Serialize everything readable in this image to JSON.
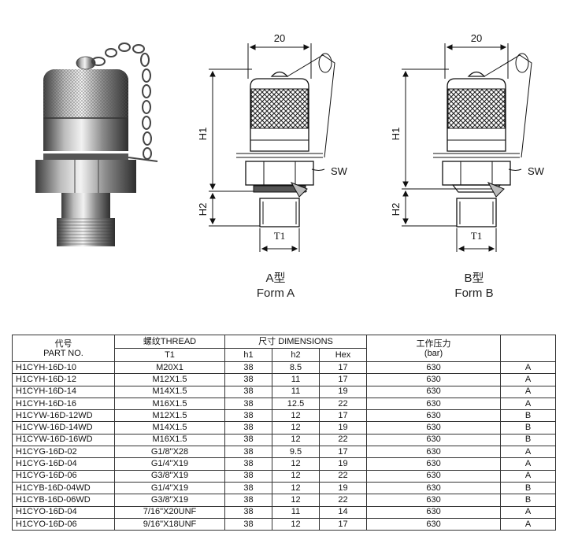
{
  "drawing_labels": {
    "width_dim": "20",
    "h1": "H1",
    "h2": "H2",
    "sw": "SW",
    "t1": "T1"
  },
  "forms": [
    {
      "cn": "A型",
      "en": "Form A"
    },
    {
      "cn": "B型",
      "en": "Form B"
    }
  ],
  "table": {
    "headers": {
      "part_cn": "代号",
      "part_en": "PART NO.",
      "thread": "螺纹THREAD",
      "t1": "T1",
      "dimensions": "尺寸 DIMENSIONS",
      "h1": "h1",
      "h2": "h2",
      "hex": "Hex",
      "pressure_cn": "工作压力",
      "pressure_unit": "(bar)"
    },
    "rows": [
      [
        "H1CYH-16D-10",
        "M20X1",
        "38",
        "8.5",
        "17",
        "630",
        "A"
      ],
      [
        "H1CYH-16D-12",
        "M12X1.5",
        "38",
        "11",
        "17",
        "630",
        "A"
      ],
      [
        "H1CYH-16D-14",
        "M14X1.5",
        "38",
        "11",
        "19",
        "630",
        "A"
      ],
      [
        "H1CYH-16D-16",
        "M16X1.5",
        "38",
        "12.5",
        "22",
        "630",
        "A"
      ],
      [
        "H1CYW-16D-12WD",
        "M12X1.5",
        "38",
        "12",
        "17",
        "630",
        "B"
      ],
      [
        "H1CYW-16D-14WD",
        "M14X1.5",
        "38",
        "12",
        "19",
        "630",
        "B"
      ],
      [
        "H1CYW-16D-16WD",
        "M16X1.5",
        "38",
        "12",
        "22",
        "630",
        "B"
      ],
      [
        "H1CYG-16D-02",
        "G1/8\"X28",
        "38",
        "9.5",
        "17",
        "630",
        "A"
      ],
      [
        "H1CYG-16D-04",
        "G1/4\"X19",
        "38",
        "12",
        "19",
        "630",
        "A"
      ],
      [
        "H1CYG-16D-06",
        "G3/8\"X19",
        "38",
        "12",
        "22",
        "630",
        "A"
      ],
      [
        "H1CYB-16D-04WD",
        "G1/4\"X19",
        "38",
        "12",
        "19",
        "630",
        "B"
      ],
      [
        "H1CYB-16D-06WD",
        "G3/8\"X19",
        "38",
        "12",
        "22",
        "630",
        "B"
      ],
      [
        "H1CYO-16D-04",
        "7/16\"X20UNF",
        "38",
        "11",
        "14",
        "630",
        "A"
      ],
      [
        "H1CYO-16D-06",
        "9/16\"X18UNF",
        "38",
        "12",
        "17",
        "630",
        "A"
      ]
    ]
  }
}
